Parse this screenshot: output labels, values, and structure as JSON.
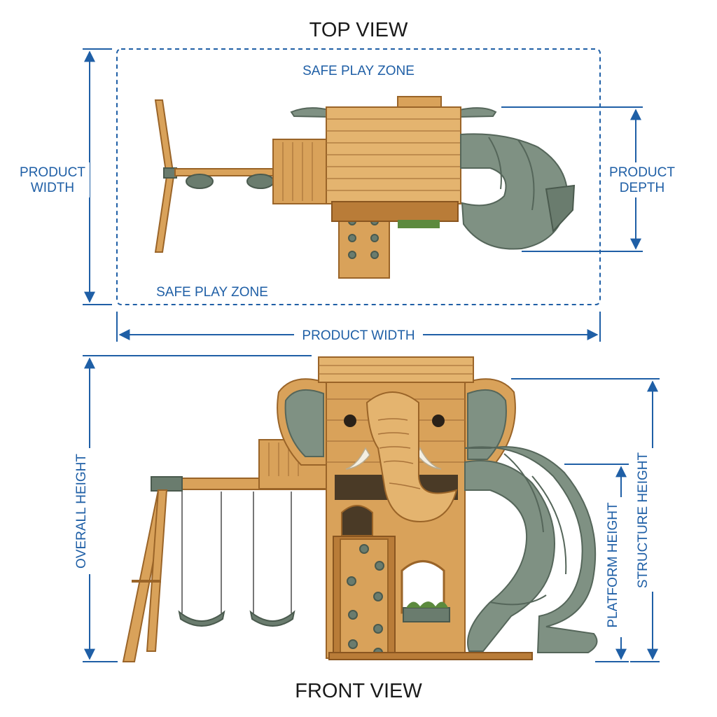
{
  "top_view": {
    "title": "TOP VIEW",
    "safe_zone_label_top": "SAFE PLAY ZONE",
    "safe_zone_label_bottom": "SAFE PLAY ZONE",
    "left_dimension": "PRODUCT WIDTH",
    "right_dimension": "PRODUCT DEPTH",
    "bottom_dimension": "PRODUCT WIDTH"
  },
  "front_view": {
    "title": "FRONT VIEW",
    "overall_height": "OVERALL HEIGHT",
    "platform_height": "PLATFORM HEIGHT",
    "structure_height": "STRUCTURE HEIGHT"
  },
  "colors": {
    "dimension_blue": "#1f5fa6",
    "wood": "#d9a25a",
    "slide_green": "#7f9183"
  }
}
